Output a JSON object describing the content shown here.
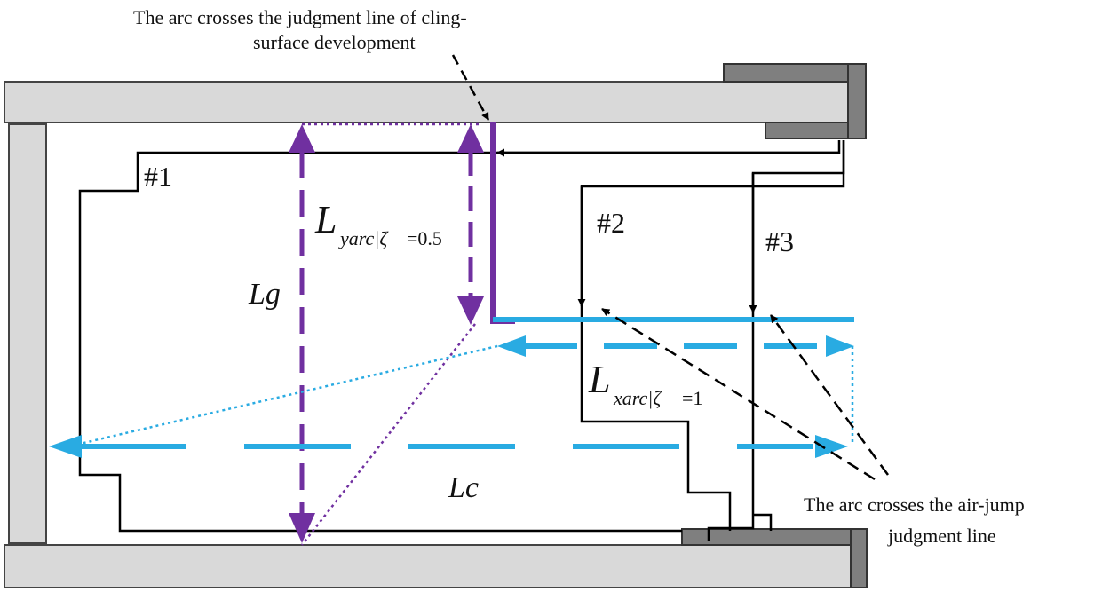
{
  "annotations": {
    "top_line1": "The arc crosses the judgment line of cling-",
    "top_line2": "surface development",
    "bottom_line1": "The arc crosses the air-jump",
    "bottom_line2": "judgment line"
  },
  "arc_labels": {
    "arc1": "#1",
    "arc2": "#2",
    "arc3": "#3"
  },
  "dimensions": {
    "lg": "Lg",
    "lc": "Lc",
    "ly_main": "L",
    "ly_sub": "yarc|ζ",
    "ly_val": "=0.5",
    "lx_main": "L",
    "lx_sub": "xarc|ζ",
    "lx_val": "=1"
  },
  "colors": {
    "purple": "#7030a0",
    "blue": "#29abe2",
    "electrode_light": "#d9d9d9",
    "electrode_dark": "#7f7f7f",
    "arc_line": "#000000"
  }
}
